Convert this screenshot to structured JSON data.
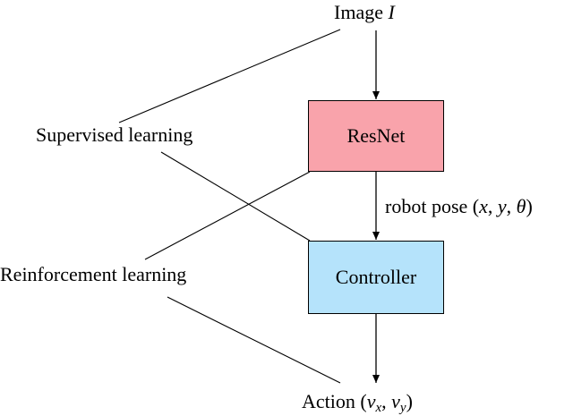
{
  "nodes": {
    "image": {
      "text": "Image",
      "symbol": "I"
    },
    "resnet": {
      "text": "ResNet",
      "fill": "#f9a3ab"
    },
    "controller": {
      "text": "Controller",
      "fill": "#b5e3fb"
    },
    "action": {
      "text": "Action",
      "open": "(",
      "v": "v",
      "x": "x",
      "comma": ",",
      "y": "y",
      "close": ")"
    }
  },
  "edge_labels": {
    "robot_pose": {
      "text": "robot pose",
      "open": "(",
      "x": "x",
      "c1": ",",
      "y": "y",
      "c2": ",",
      "theta": "θ",
      "close": ")"
    }
  },
  "side_labels": {
    "supervised": "Supervised learning",
    "reinforcement": "Reinforcement learning"
  },
  "colors": {
    "line": "#000000",
    "resnet_fill": "#f9a3ab",
    "controller_fill": "#b5e3fb"
  }
}
